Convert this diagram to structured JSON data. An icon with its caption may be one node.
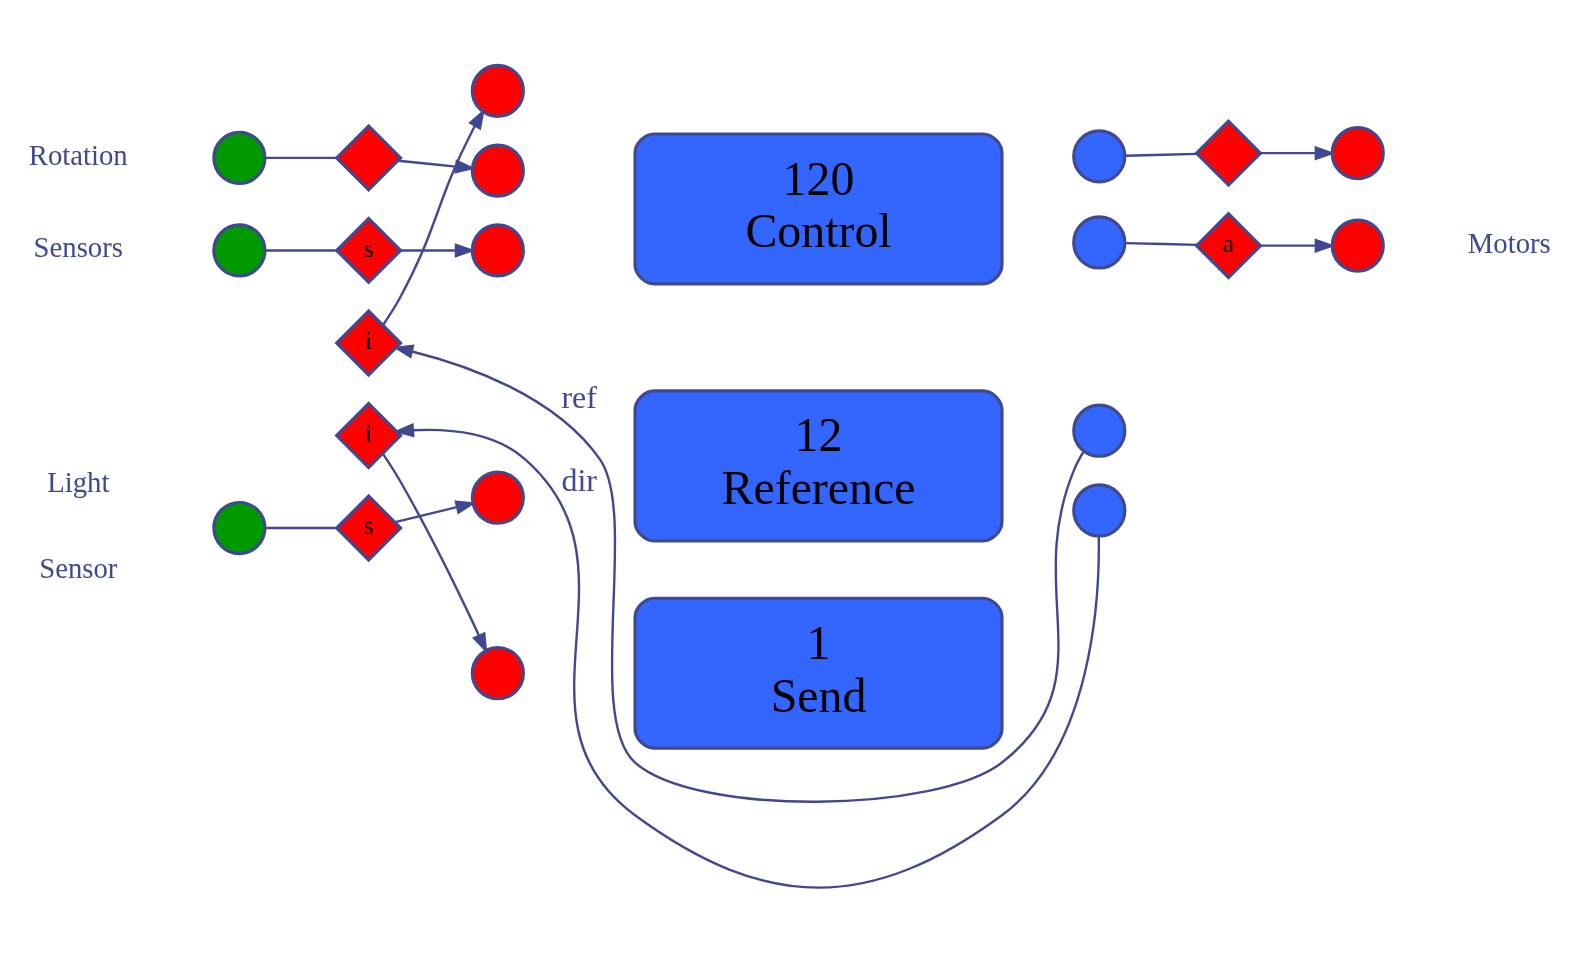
{
  "diagram": {
    "nodes": [
      {
        "text": [
          "120",
          "Control"
        ]
      },
      {
        "text": [
          "12",
          "Reference"
        ]
      },
      {
        "text": [
          "1",
          "Send"
        ]
      },
      {
        "text": [],
        "shape": "circle"
      },
      {
        "text": [],
        "shape": "circle"
      },
      {
        "text": [],
        "shape": "diamond"
      },
      {
        "text": [
          "s"
        ]
      },
      {
        "text": [],
        "shape": "circle"
      },
      {
        "text": [],
        "shape": "circle"
      },
      {
        "text": [],
        "shape": "circle"
      },
      {
        "text": [],
        "shape": "circle"
      },
      {
        "text": [],
        "shape": "circle"
      },
      {
        "text": [],
        "shape": "diamond"
      },
      {
        "text": [
          "a"
        ]
      },
      {
        "text": [],
        "shape": "circle"
      },
      {
        "text": [],
        "shape": "circle"
      },
      {
        "text": [
          "i"
        ]
      },
      {
        "text": [],
        "shape": "circle"
      },
      {
        "text": [],
        "shape": "circle"
      },
      {
        "text": [],
        "shape": "circle"
      },
      {
        "text": [
          "s"
        ]
      },
      {
        "text": [],
        "shape": "circle"
      },
      {
        "text": [
          "i"
        ]
      },
      {
        "text": [],
        "shape": "circle"
      }
    ],
    "edges": [
      {
        "from": 3,
        "to": 5,
        "arrow": "none"
      },
      {
        "from": 5,
        "to": 7,
        "arrow": "to"
      },
      {
        "from": 4,
        "to": 6,
        "arrow": "none"
      },
      {
        "from": 6,
        "to": 8,
        "arrow": "to"
      },
      {
        "from": 10,
        "to": 12,
        "arrow": "none"
      },
      {
        "from": 12,
        "to": 14,
        "arrow": "to"
      },
      {
        "from": 11,
        "to": 13,
        "arrow": "none"
      },
      {
        "from": 13,
        "to": 15,
        "arrow": "to"
      },
      {
        "from": 17,
        "to": 16,
        "arrow": "to",
        "label": "ref"
      },
      {
        "from": 16,
        "to": 9,
        "arrow": "to"
      },
      {
        "from": 19,
        "to": 20,
        "arrow": "none"
      },
      {
        "from": 20,
        "to": 21,
        "arrow": "to"
      },
      {
        "from": 18,
        "to": 22,
        "arrow": "to",
        "label": "dir"
      },
      {
        "from": 22,
        "to": 23,
        "arrow": "to"
      }
    ],
    "labels": [
      "Rotation",
      "Sensors",
      "Motors",
      "Light",
      "Sensor"
    ]
  }
}
